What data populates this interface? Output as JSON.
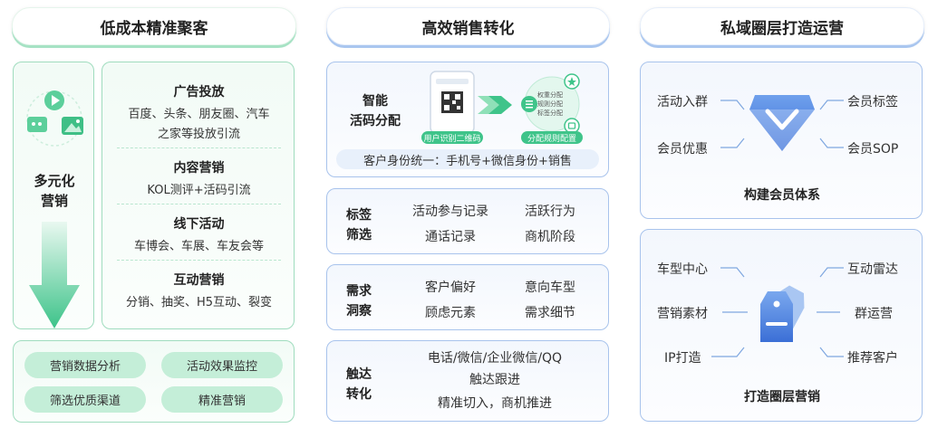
{
  "col1": {
    "title": "低成本精准聚客",
    "left_label": [
      "多元化",
      "营销"
    ],
    "sections": [
      {
        "title": "广告投放",
        "lines": [
          "百度、头条、朋友圈、汽车",
          "之家等投放引流"
        ]
      },
      {
        "title": "内容营销",
        "lines": [
          "KOL测评+活码引流"
        ]
      },
      {
        "title": "线下活动",
        "lines": [
          "车博会、车展、车友会等"
        ]
      },
      {
        "title": "互动营销",
        "lines": [
          "分销、抽奖、H5互动、裂变"
        ]
      }
    ],
    "buttons": [
      "营销数据分析",
      "活动效果监控",
      "筛选优质渠道",
      "精准营销"
    ]
  },
  "col2": {
    "title": "高效销售转化",
    "top": {
      "label": [
        "智能",
        "活码分配"
      ],
      "phone_caption": "用户识别二维码",
      "circle_caption": "分配规则配置",
      "circle_lines": [
        "权重分配",
        "规则分配",
        "标签分配"
      ],
      "footer": "客户身份统一：手机号+微信身份+销售"
    },
    "rows": [
      {
        "label": [
          "标签",
          "筛选"
        ],
        "items": [
          "活动参与记录",
          "活跃行为",
          "通话记录",
          "商机阶段"
        ]
      },
      {
        "label": [
          "需求",
          "洞察"
        ],
        "items": [
          "客户偏好",
          "意向车型",
          "顾虑元素",
          "需求细节"
        ]
      },
      {
        "label": [
          "触达",
          "转化"
        ],
        "lines": [
          "电话/微信/企业微信/QQ",
          "触达跟进",
          "精准切入，商机推进"
        ]
      }
    ]
  },
  "col3": {
    "title": "私域圈层打造运营",
    "top": {
      "items": [
        "活动入群",
        "会员标签",
        "会员优惠",
        "会员SOP"
      ],
      "caption": "构建会员体系",
      "icon": "diamond-icon"
    },
    "bottom": {
      "items": [
        "车型中心",
        "互动雷达",
        "营销素材",
        "群运营",
        "IP打造",
        "推荐客户"
      ],
      "caption": "打造圈层营销",
      "icon": "tag-icon"
    }
  },
  "colors": {
    "green": "#2fc48a",
    "blue": "#3d7be0",
    "green_light": "#c4eed8"
  }
}
